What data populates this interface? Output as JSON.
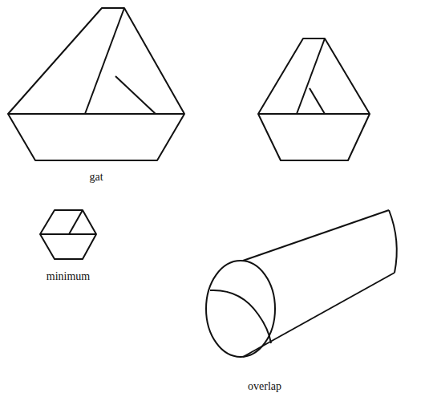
{
  "diagram": {
    "labels": [
      "gat",
      "minimum",
      "overlap"
    ]
  }
}
